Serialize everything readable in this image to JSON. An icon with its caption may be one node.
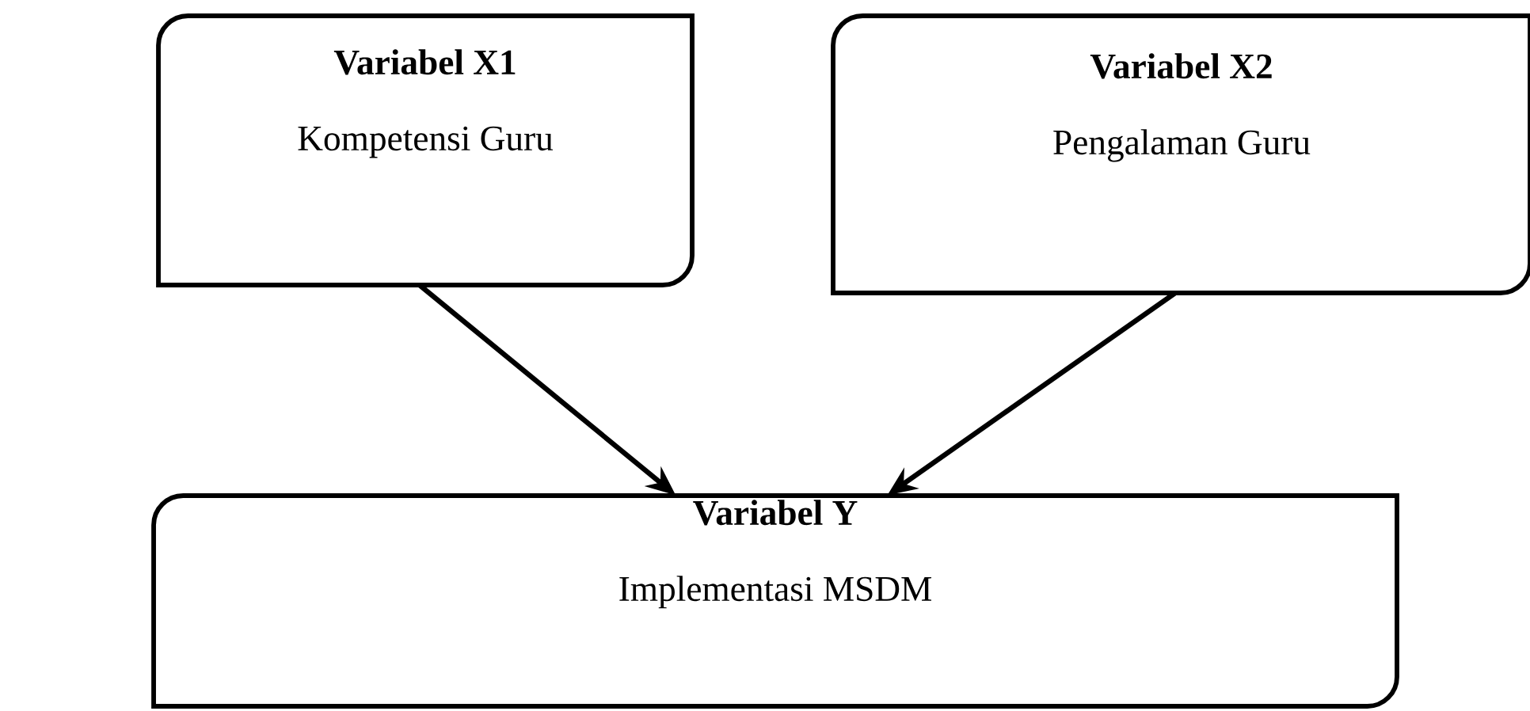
{
  "diagram": {
    "nodes": [
      {
        "text": [
          "Variabel X1",
          "Kompetensi Guru"
        ]
      },
      {
        "text": [
          "Variabel X2",
          "Pengalaman Guru"
        ]
      },
      {
        "text": [
          "Variabel Y",
          "Implementasi MSDM"
        ]
      }
    ],
    "edges": [
      {
        "from": 0,
        "to": 2,
        "arrow": "to"
      },
      {
        "from": 1,
        "to": 2,
        "arrow": "to"
      }
    ]
  }
}
